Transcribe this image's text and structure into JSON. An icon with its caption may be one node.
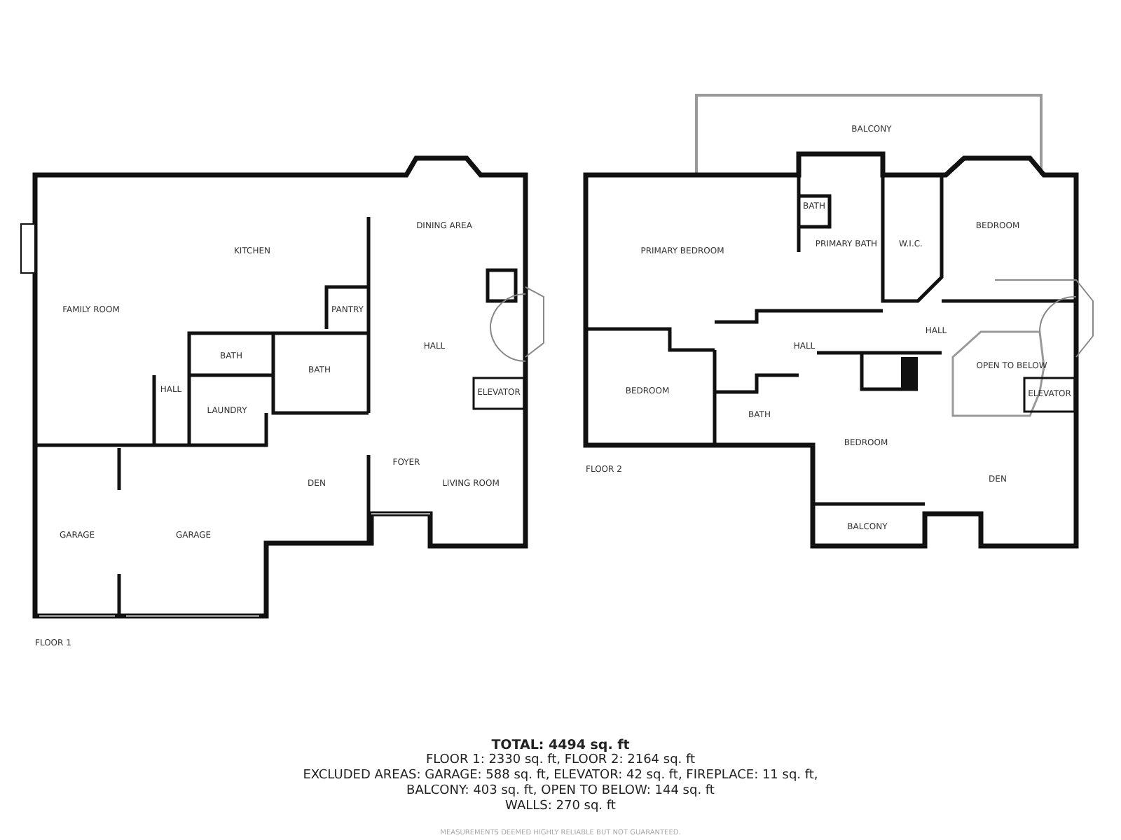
{
  "diagram": {
    "title": "TOTAL: 4494 sq. ft",
    "labels": [
      "KITCHEN",
      "DINING AREA",
      "FAMILY ROOM",
      "PANTRY",
      "BATH",
      "BATH",
      "HALL",
      "LAUNDRY",
      "ELEVATOR",
      "HALL",
      "DEN",
      "FOYER",
      "LIVING ROOM",
      "GARAGE",
      "GARAGE",
      "FLOOR 1",
      "BALCONY",
      "BATH",
      "PRIMARY BEDROOM",
      "PRIMARY BATH",
      "W.I.C.",
      "BEDROOM",
      "HALL",
      "HALL",
      "OPEN TO BELOW",
      "BEDROOM",
      "BATH",
      "ELEVATOR",
      "BEDROOM",
      "DEN",
      "BALCONY",
      "FLOOR 2",
      "FLOOR 1: 2330 sq. ft, FLOOR 2: 2164 sq. ft",
      "EXCLUDED AREAS: GARAGE: 588 sq. ft, ELEVATOR: 42 sq. ft, FIREPLACE: 11 sq. ft, BALCONY: 403 sq. ft, OPEN TO BELOW: 144 sq. ft",
      "WALLS: 270 sq. ft",
      "MEASUREMENTS DEEMED HIGHLY RELIABLE BUT NOT GUARANTEED."
    ]
  }
}
